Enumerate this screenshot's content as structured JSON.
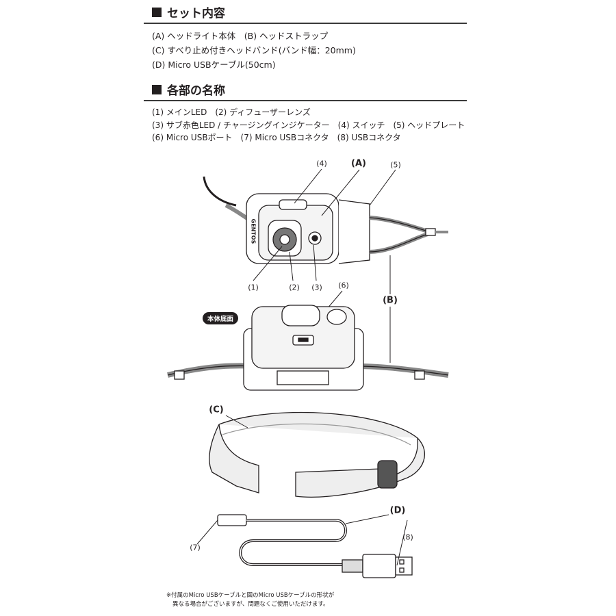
{
  "section1": {
    "title": "セット内容",
    "items": [
      "(A) ヘッドライト本体　(B) ヘッドストラップ",
      "(C) すべり止め付きヘッドバンド(バンド幅：20mm)",
      "(D) Micro USBケーブル(50cm)"
    ]
  },
  "section2": {
    "title": "各部の名称",
    "items": [
      "(1) メインLED　(2) ディフューザーレンズ",
      "(3) サブ赤色LED / チャージングインジケーター　(4) スイッチ　(5) ヘッドプレート",
      "(6) Micro USBポート　(7) Micro USBコネクタ　(8) USBコネクタ"
    ]
  },
  "diagram": {
    "labels": {
      "A": "(A)",
      "B": "(B)",
      "C": "(C)",
      "D": "(D)",
      "n1": "(1)",
      "n2": "(2)",
      "n3": "(3)",
      "n4": "(4)",
      "n5": "(5)",
      "n6": "(6)",
      "n7": "(7)",
      "n8": "(8)"
    },
    "bottom_badge": "本体底面",
    "brand": "GENTOS"
  },
  "note": [
    "※付属のMicro USBケーブルと図のMicro USBケーブルの形状が",
    "異なる場合がございますが、問題なくご使用いただけます。"
  ]
}
